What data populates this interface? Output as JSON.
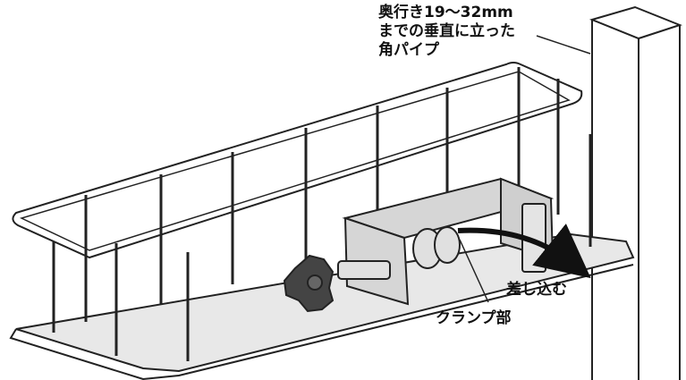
{
  "labels": {
    "pipe_line1": "奥行き19〜32mm",
    "pipe_line2": "までの垂直に立った",
    "pipe_line3": "角パイプ",
    "insert": "差し込む",
    "clamp": "クランプ部"
  },
  "colors": {
    "stroke": "#222222",
    "tray_fill": "#e6e6e6",
    "clamp_fill": "#d4d4d4",
    "arrow": "#111111"
  },
  "icons": [
    "knob-icon",
    "arrow-icon"
  ]
}
